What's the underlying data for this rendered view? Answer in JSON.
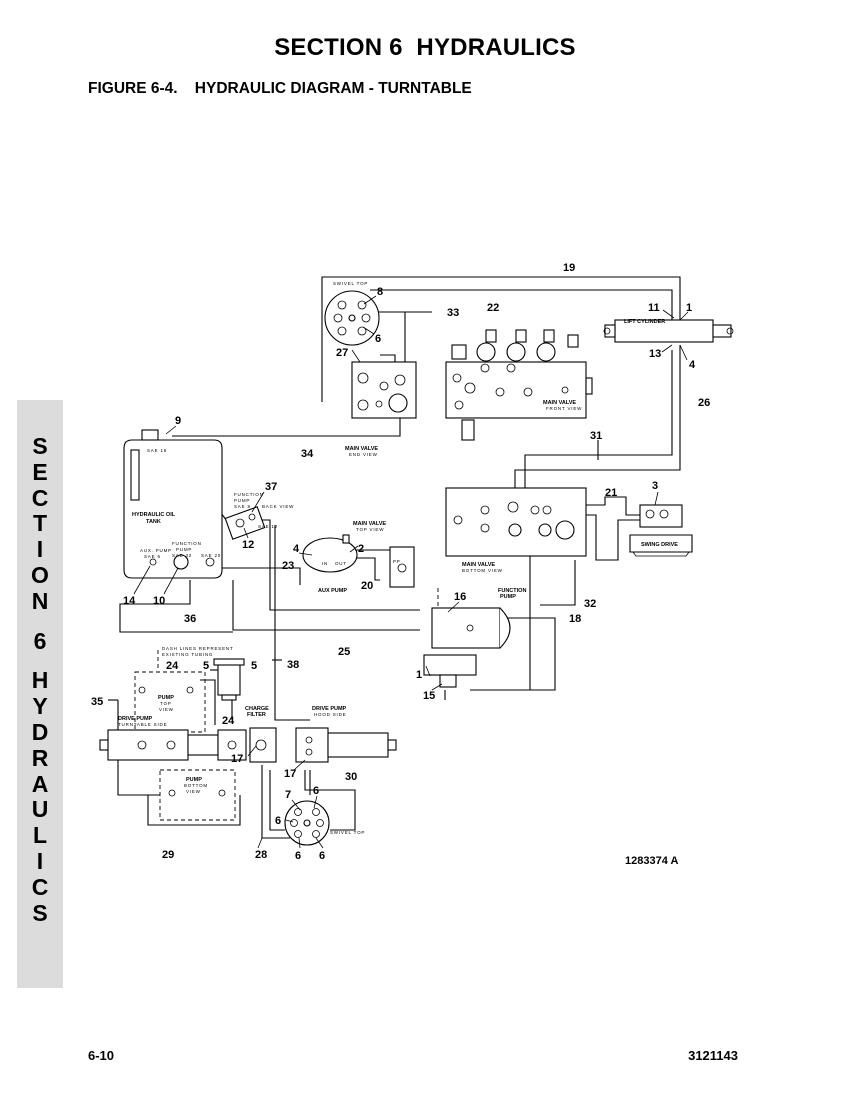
{
  "header": {
    "section_title": "SECTION 6  HYDRAULICS",
    "figure_title": "FIGURE 6-4.    HYDRAULIC DIAGRAM - TURNTABLE"
  },
  "side_tab": {
    "text": "SECTION 6 HYDRAULICS"
  },
  "footer": {
    "page_number": "6-10",
    "doc_number": "3121143"
  },
  "diagram": {
    "drawing_number": "1283374 A",
    "component_labels": {
      "swivel_top_upper": "SWIVEL TOP",
      "lift_cylinder": "LIFT CYLINDER",
      "main_valve_front": "MAIN VALVE",
      "front_view": "FRONT VIEW",
      "main_valve_end": "MAIN VALVE",
      "end_view": "END VIEW",
      "hydraulic_oil_tank_1": "HYDRAULIC OIL",
      "hydraulic_oil_tank_2": "TANK",
      "sae_16": "SAE 16",
      "function_pump_back_1": "FUNCTION",
      "function_pump_back_2": "PUMP",
      "function_pump_back_3": "SAE 8",
      "back_view": "BACK VIEW",
      "sae_12": "SAE 12",
      "main_valve_top": "MAIN VALVE",
      "top_view": "TOP VIEW",
      "aux_pump": "AUX PUMP",
      "aux_pump_sae_1": "AUX. PUMP",
      "aux_pump_sae_2": "SAE 6",
      "function_pump_sae_1": "FUNCTION",
      "function_pump_sae_2": "PUMP",
      "function_pump_sae_3": "SAE 32",
      "sae_20": "SAE 20",
      "main_valve_bottom": "MAIN VALVE",
      "bottom_view": "BOTTOM VIEW",
      "swing_drive": "SWING DRIVE",
      "function_pump_1": "FUNCTION",
      "function_pump_2": "PUMP",
      "dash_lines_1": "DASH LINES REPRESENT",
      "dash_lines_2": "EXISTING TUBING",
      "pump_top_1": "PUMP",
      "pump_top_2": "TOP",
      "pump_top_3": "VIEW",
      "charge_filter_1": "CHARGE",
      "charge_filter_2": "FILTER",
      "drive_pump_turntable": "DRIVE PUMP",
      "turntable_side": "TURNTABLE SIDE",
      "drive_pump_hood": "DRIVE PUMP",
      "hood_side": "HOOD SIDE",
      "pump_bottom_1": "PUMP",
      "pump_bottom_2": "BOTTOM",
      "pump_bottom_3": "VIEW",
      "swivel_top_lower": "SWIVEL TOP",
      "in": "IN",
      "out": "OUT",
      "pp": "PP"
    },
    "callouts": {
      "c1_top": "1",
      "c1_mid": "1",
      "c2": "2",
      "c3": "3",
      "c4_top": "4",
      "c4_mid": "4",
      "c5_a": "5",
      "c5_b": "5",
      "c6_top": "6",
      "c6_a": "6",
      "c6_b": "6",
      "c6_c": "6",
      "c6_d": "6",
      "c7": "7",
      "c8": "8",
      "c9": "9",
      "c10": "10",
      "c11": "11",
      "c12": "12",
      "c13": "13",
      "c14": "14",
      "c15": "15",
      "c16": "16",
      "c17_a": "17",
      "c17_b": "17",
      "c18": "18",
      "c19": "19",
      "c20": "20",
      "c21": "21",
      "c22": "22",
      "c23": "23",
      "c24_a": "24",
      "c24_b": "24",
      "c25": "25",
      "c26": "26",
      "c27": "27",
      "c28": "28",
      "c29": "29",
      "c30": "30",
      "c31": "31",
      "c32": "32",
      "c33": "33",
      "c34": "34",
      "c35": "35",
      "c36": "36",
      "c37": "37",
      "c38": "38"
    }
  }
}
